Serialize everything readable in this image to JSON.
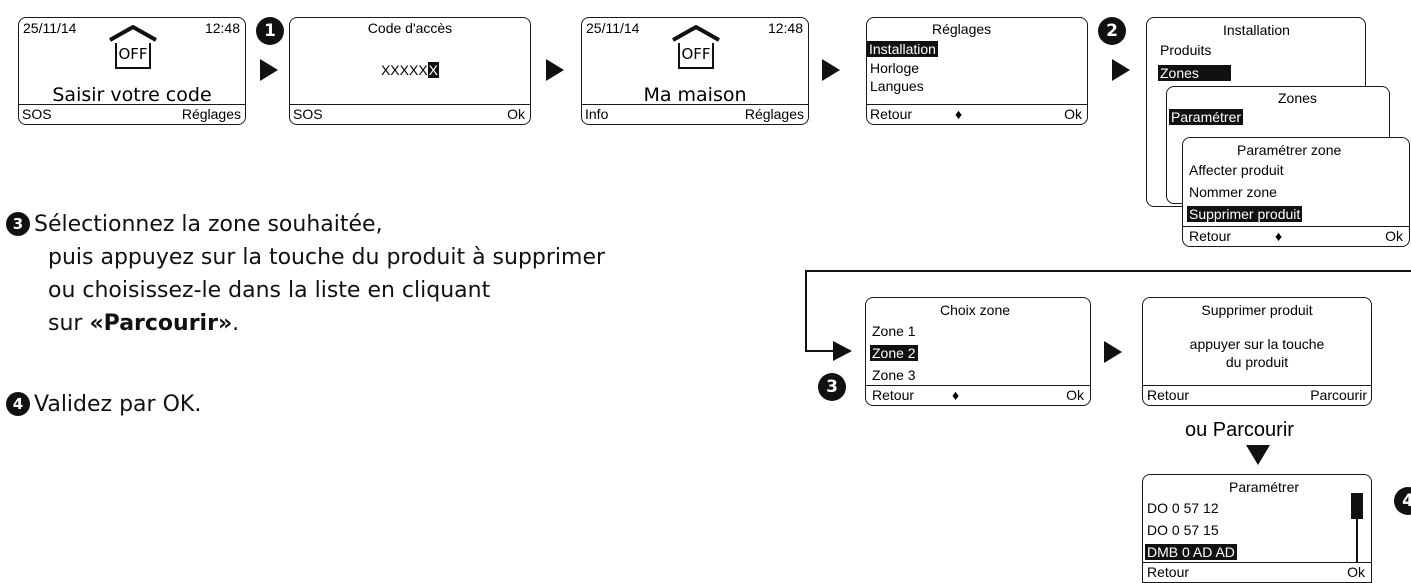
{
  "markers": {
    "n1": "1",
    "n2": "2",
    "n3": "3",
    "n4": "4"
  },
  "steps": {
    "s3_l1": "Sélectionnez la zone souhaitée,",
    "s3_l2": "puis appuyez sur la touche du produit à supprimer",
    "s3_l3": "ou choisissez-le dans la liste en cliquant",
    "s3_l4_prefix": "sur ",
    "s3_l4_bold": "«Parcourir»",
    "s3_l4_suffix": ".",
    "s4": "Validez par OK."
  },
  "screens": {
    "home1": {
      "date": "25/11/14",
      "time": "12:48",
      "status": "OFF",
      "message": "Saisir votre code",
      "left": "SOS",
      "right": "Réglages"
    },
    "code": {
      "title": "Code d'accès",
      "masked": "XXXXX",
      "cursor": "X",
      "left": "SOS",
      "right": "Ok"
    },
    "home2": {
      "date": "25/11/14",
      "time": "12:48",
      "status": "OFF",
      "message": "Ma maison",
      "left": "Info",
      "right": "Réglages"
    },
    "reglages": {
      "title": "Réglages",
      "items": [
        "Installation",
        "Horloge",
        "Langues"
      ],
      "left": "Retour",
      "nav": "♦",
      "right": "Ok"
    },
    "installation": {
      "title": "Installation",
      "items": [
        "Produits",
        "Zones"
      ]
    },
    "zones": {
      "title": "Zones",
      "items": [
        "Paramétrer"
      ]
    },
    "param_zone": {
      "title": "Paramétrer zone",
      "items": [
        "Affecter produit",
        "Nommer zone",
        "Supprimer produit"
      ],
      "left": "Retour",
      "nav": "♦",
      "right": "Ok"
    },
    "choix_zone": {
      "title": "Choix zone",
      "items": [
        "Zone 1",
        "Zone 2",
        "Zone 3"
      ],
      "left": "Retour",
      "nav": "♦",
      "right": "Ok"
    },
    "supprimer": {
      "title": "Supprimer produit",
      "line1": "appuyer sur la touche",
      "line2": "du produit",
      "left": "Retour",
      "right": "Parcourir"
    },
    "parametrer": {
      "title": "Paramétrer",
      "items": [
        "DO 0 57 12",
        "DO 0 57 15",
        "DMB 0 AD AD"
      ],
      "left": "Retour",
      "right": "Ok"
    }
  },
  "ou_parcourir": "ou Parcourir"
}
